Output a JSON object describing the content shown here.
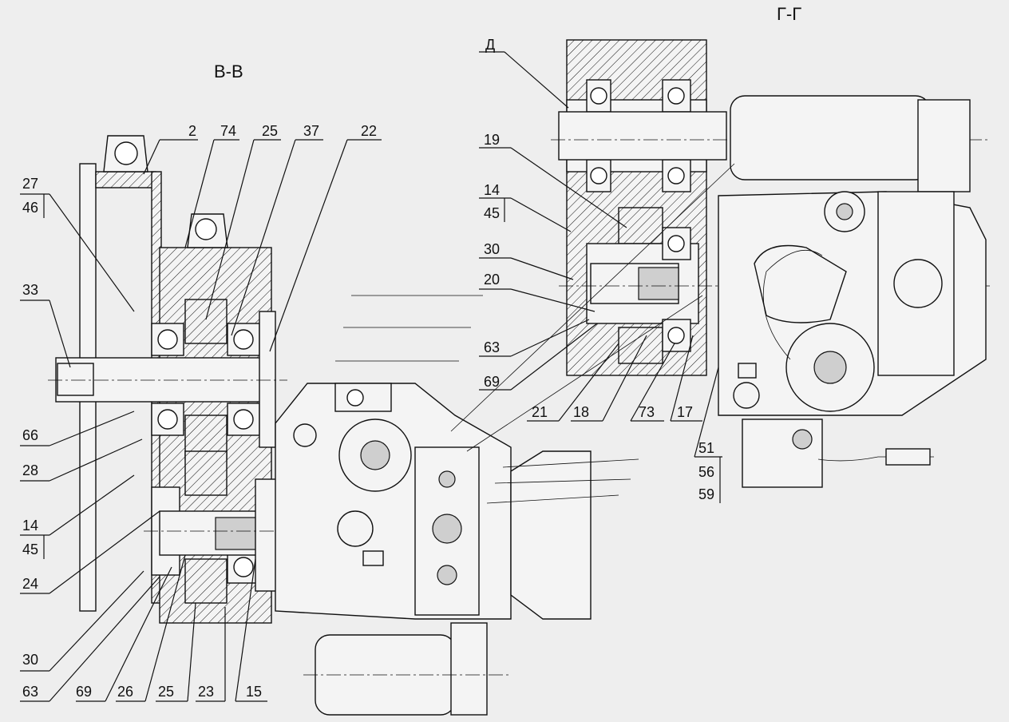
{
  "views": {
    "section_bb": "В-В",
    "section_gg": "Г-Г",
    "detail_d": "Д"
  },
  "callouts_left": [
    "2",
    "74",
    "25",
    "37",
    "22",
    "27",
    "46",
    "33",
    "66",
    "28",
    "14",
    "45",
    "24",
    "30",
    "63",
    "69",
    "26",
    "25",
    "23",
    "15"
  ],
  "callouts_right": [
    "19",
    "14",
    "45",
    "30",
    "20",
    "63",
    "69",
    "21",
    "18",
    "73",
    "17",
    "51",
    "56",
    "59"
  ]
}
